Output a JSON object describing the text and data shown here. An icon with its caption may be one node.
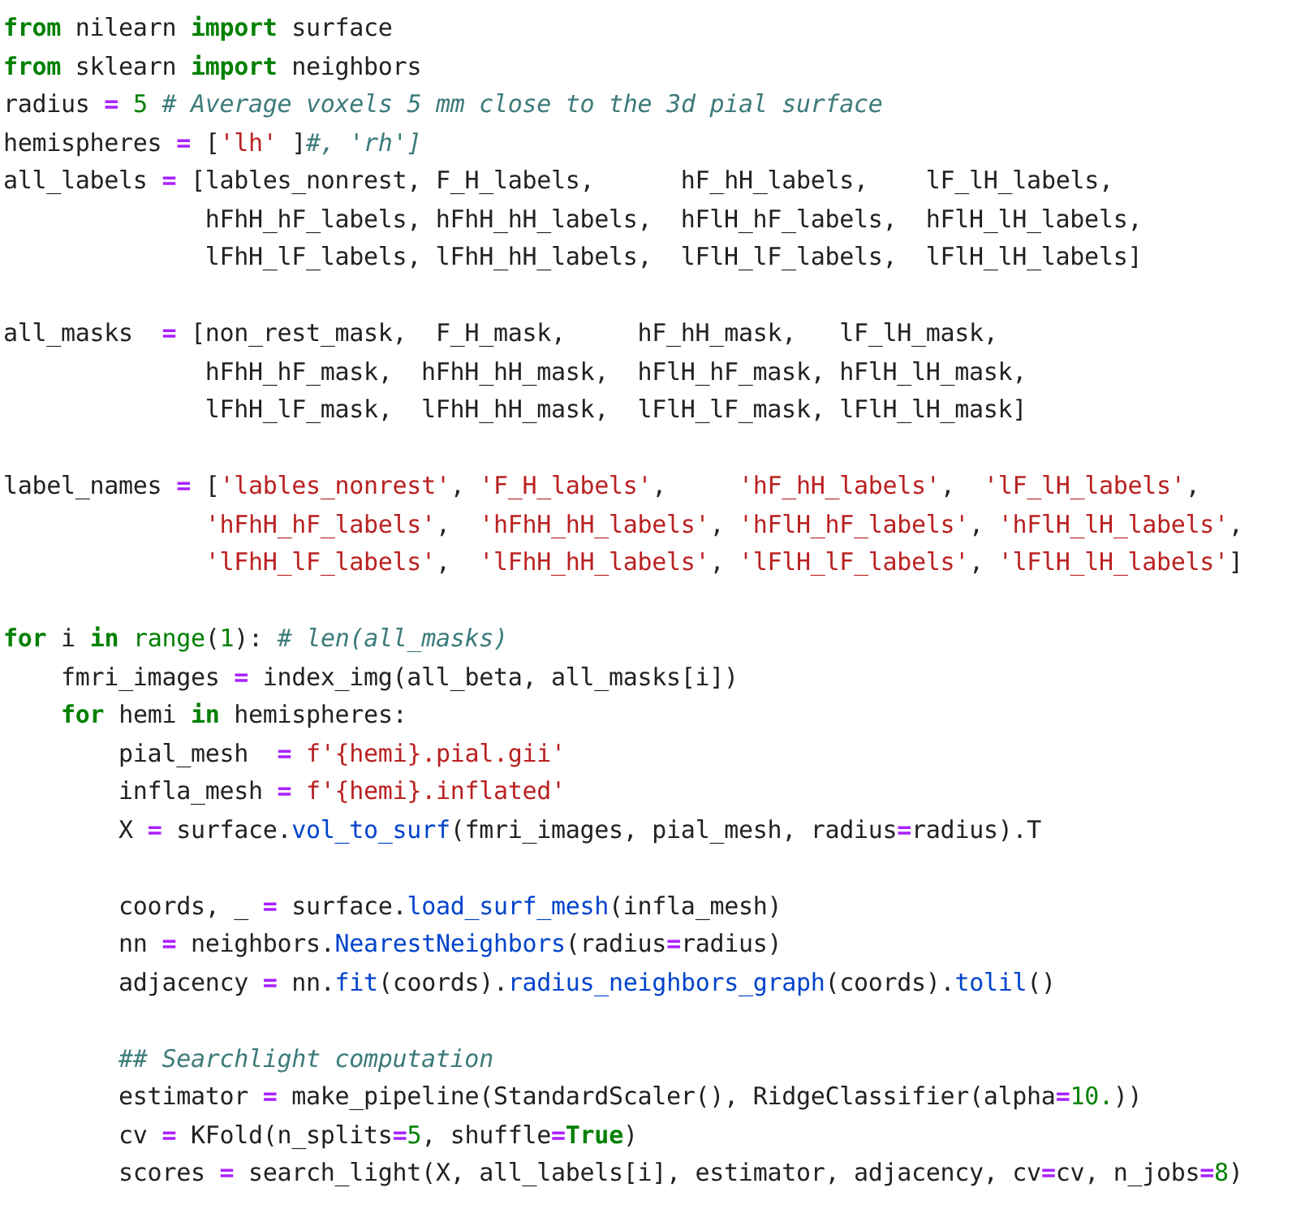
{
  "diagram": {
    "labels": [
      "from nilearn import surface",
      "from sklearn import neighbors",
      "radius = 5 # Average voxels 5 mm close to the 3d pial surface",
      "hemispheres = ['lh' ]#, 'rh']",
      "all_labels = [lables_nonrest, F_H_labels,      hF_hH_labels,    lF_lH_labels,",
      "              hFhH_hF_labels, hFhH_hH_labels,  hFlH_hF_labels,  hFlH_lH_labels,",
      "              lFhH_lF_labels, lFhH_hH_labels,  lFlH_lF_labels,  lFlH_lH_labels]",
      "all_masks  = [non_rest_mask,  F_H_mask,     hF_hH_mask,   lF_lH_mask,",
      "              hFhH_hF_mask,  hFhH_hH_mask,  hFlH_hF_mask, hFlH_lH_mask,",
      "              lFhH_lF_mask,  lFhH_hH_mask,  lFlH_lF_mask, lFlH_lH_mask]",
      "label_names = ['lables_nonrest', 'F_H_labels',     'hF_hH_labels',  'lF_lH_labels',",
      "              'hFhH_hF_labels',  'hFhH_hH_labels', 'hFlH_hF_labels', 'hFlH_lH_labels',",
      "              'lFhH_lF_labels',  'lFhH_hH_labels', 'lFlH_lF_labels', 'lFlH_lH_labels']",
      "for i in range(1): # len(all_masks)",
      "    fmri_images = index_img(all_beta, all_masks[i])",
      "    for hemi in hemispheres:",
      "        pial_mesh  = f'{hemi}.pial.gii'",
      "        infla_mesh = f'{hemi}.inflated'",
      "        X = surface.vol_to_surf(fmri_images, pial_mesh, radius=radius).T",
      "        coords, _ = surface.load_surf_mesh(infla_mesh)",
      "        nn = neighbors.NearestNeighbors(radius=radius)",
      "        adjacency = nn.fit(coords).radius_neighbors_graph(coords).tolil()",
      "        ## Searchlight computation",
      "        estimator = make_pipeline(StandardScaler(), RidgeClassifier(alpha=10.))",
      "        cv = KFold(n_splits=5, shuffle=True)",
      "        scores = search_light(X, all_labels[i], estimator, adjacency, cv=cv, n_jobs=8)"
    ]
  }
}
